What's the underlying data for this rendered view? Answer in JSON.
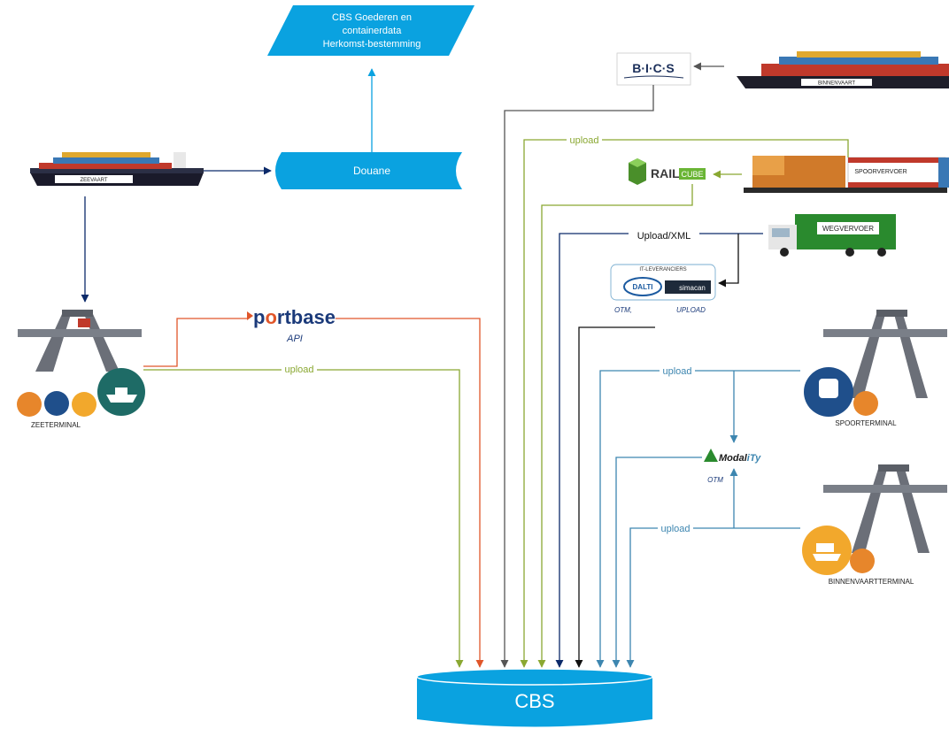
{
  "output_box": {
    "line1": "CBS Goederen en",
    "line2": "containerdata",
    "line3": "Herkomst-bestemming"
  },
  "douane": {
    "label": "Douane"
  },
  "cbs": {
    "label": "CBS"
  },
  "zeevaart": {
    "label": "ZEEVAART"
  },
  "zeeterminal": {
    "label": "ZEETERMINAL"
  },
  "portbase": {
    "name_prefix": "p",
    "name_rest": "rtbase",
    "api_label": "API"
  },
  "bics": {
    "name": "B·I·C·S"
  },
  "binnenvaart": {
    "label": "BINNENVAART"
  },
  "railcube": {
    "rail": "RAIL",
    "cube": "CUBE"
  },
  "spoorvervoer": {
    "label": "SPOORVERVOER"
  },
  "wegvervoer": {
    "label": "WEGVERVOER"
  },
  "it_leveranciers": {
    "title": "IT-LEVERANCIERS",
    "dalti": "DALTI",
    "simacan": "simacan",
    "otm_label": "OTM,",
    "upload_label": "UPLOAD"
  },
  "spoorterminal": {
    "label": "SPOORTERMINAL"
  },
  "binnenvaartterminal": {
    "label": "BINNENVAARTTERMINAL"
  },
  "modality": {
    "name_a": "Modal",
    "name_b": "iTy",
    "otm_label": "OTM"
  },
  "flows": {
    "upload_zee": "upload",
    "upload_rail": "upload",
    "upload_weg": "Upload/XML",
    "upload_spoorterminal": "upload",
    "upload_binnenvaartterminal": "upload"
  },
  "colors": {
    "cbs_blue": "#0aa2e0",
    "navy": "#0c2a6a",
    "orange_flow": "#e0562a",
    "olive_flow": "#8aa832",
    "grey_flow": "#555555",
    "teal_flow": "#3d86b0",
    "black_flow": "#111111",
    "railcube_green": "#6ab535"
  }
}
